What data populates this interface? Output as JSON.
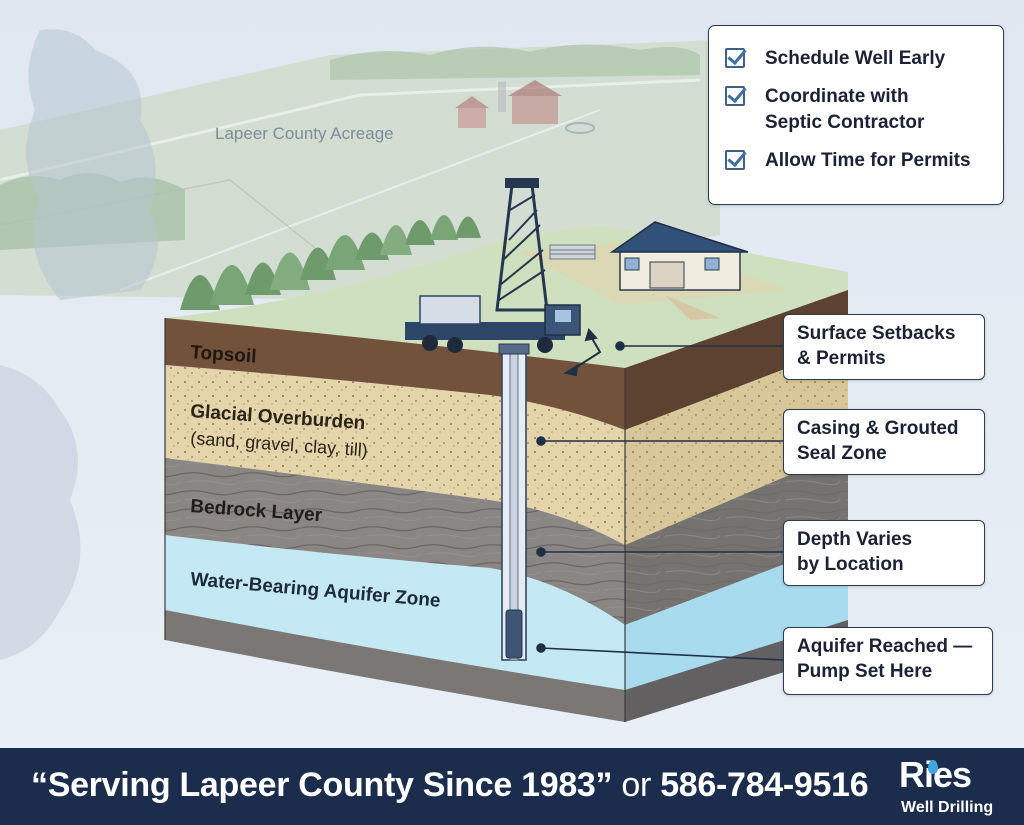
{
  "map": {
    "region_label": "Lapeer County Acreage"
  },
  "layers": {
    "topsoil": "Topsoil",
    "overburden": "Glacial Overburden",
    "overburden_detail": "(sand, gravel, clay, till)",
    "bedrock": "Bedrock Layer",
    "aquifer": "Water-Bearing Aquifer Zone"
  },
  "checklist": {
    "items": [
      {
        "line1": "Schedule Well Early",
        "line2": ""
      },
      {
        "line1": "Coordinate with",
        "line2": "Septic Contractor"
      },
      {
        "line1": "Allow Time for Permits",
        "line2": ""
      }
    ]
  },
  "callouts": {
    "surface": {
      "line1": "Surface Setbacks",
      "line2": "& Permits"
    },
    "casing": {
      "line1": "Casing & Grouted",
      "line2": "Seal Zone"
    },
    "depth": {
      "line1": "Depth Varies",
      "line2": "by Location"
    },
    "aquifer": {
      "line1": "Aquifer Reached —",
      "line2": "Pump Set Here"
    }
  },
  "footer": {
    "slogan": "“Serving Lapeer County Since 1983”",
    "or": "or",
    "phone": "586-784-9516",
    "logo_name": "Ries",
    "logo_sub": "Well Drilling"
  },
  "colors": {
    "footer_bg": "#1b2c4c",
    "topsoil": "#6f4e37",
    "overburden": "#e3d2a8",
    "bedrock": "#807c7a",
    "aquifer": "#bfe6f3",
    "accent_check": "#3f6fa3"
  },
  "icons": {
    "check": "checkbox-check-icon",
    "logo_drop": "water-drop-icon"
  }
}
